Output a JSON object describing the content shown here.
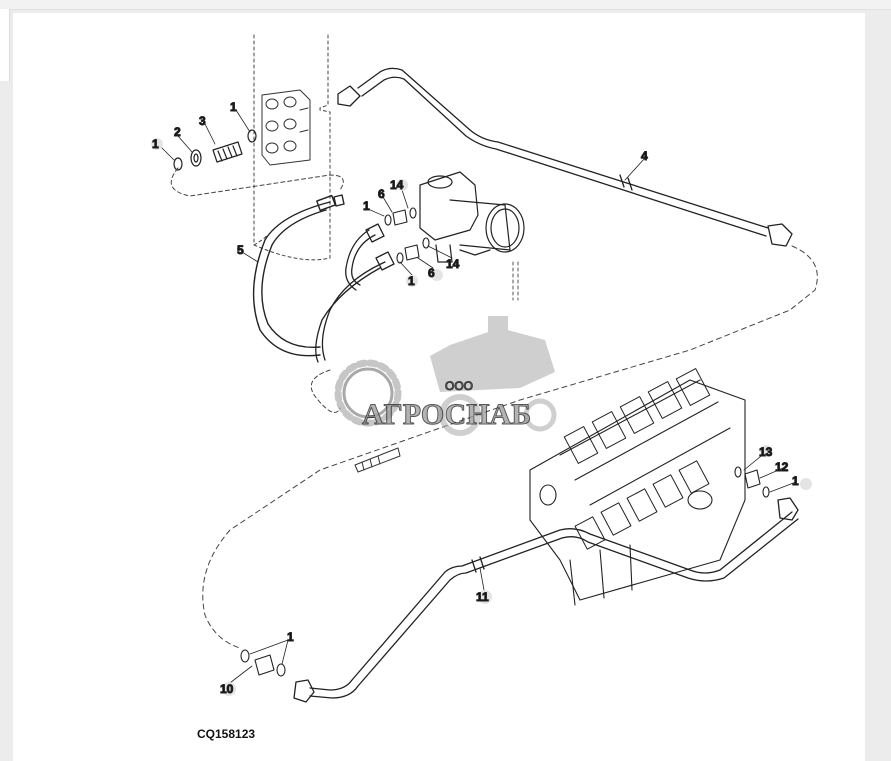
{
  "figure": {
    "code": "CQ158123",
    "callouts": {
      "c1a": "1",
      "c2": "2",
      "c3": "3",
      "c1b": "1",
      "c4": "4",
      "c5": "5",
      "c1c": "1",
      "c6a": "6",
      "c14a": "14",
      "c1d": "1",
      "c6b": "6",
      "c14b": "14",
      "c13": "13",
      "c12": "12",
      "c1e": "1",
      "c11": "11",
      "c1f": "1",
      "c10": "10"
    }
  },
  "watermark": {
    "org": "ООО",
    "name": "АГРОСНАБ"
  }
}
